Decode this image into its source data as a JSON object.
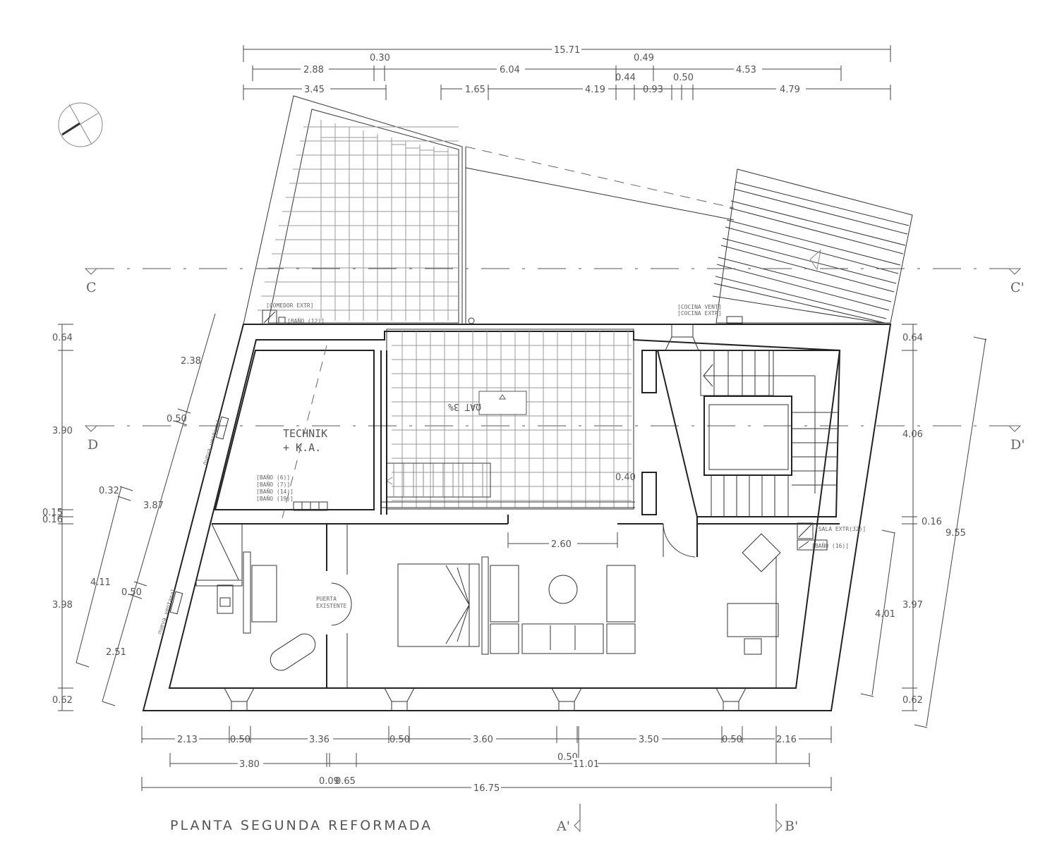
{
  "drawing": {
    "title": "PLANTA SEGUNDA REFORMADA",
    "type": "architectural floor plan"
  },
  "rooms": {
    "technik": {
      "line1": "TECHNIK",
      "line2": "+  K.A."
    },
    "terrace_label": "ΩAT 3%",
    "door_label": {
      "line1": "PUERTA",
      "line2": "EXISTENTE"
    },
    "window_left_upper": "nueva ventanal",
    "window_left_lower": "nueva ventanal"
  },
  "tags": {
    "comedor": "[COMEDOR EXTR]",
    "bano_12": "[BAÑO (12)]",
    "cocina_vent": "[COCINA VENT]",
    "cocina_extr": "[COCINA EXTR]",
    "bano_6": "[BAÑO (6)]",
    "bano_7": "[BAÑO (7)]",
    "bano_14": "[BAÑO (14)]",
    "bano_19": "[BAÑO (19)]",
    "sala_extr": "[SALA EXTR(32)]",
    "bano_16": "[BAÑO (16)]"
  },
  "sections": {
    "c_left": "C",
    "c_right": "C'",
    "d_left": "D",
    "d_right": "D'",
    "a_prime": "A'",
    "b_prime": "B'"
  },
  "dimensions": {
    "top": {
      "overall": "15.71",
      "row2": [
        "2.88",
        "0.30",
        "6.04",
        "0.49",
        "4.53"
      ],
      "row3": [
        "3.45",
        "1.65",
        "4.19",
        "0.44",
        "0.93",
        "0.50",
        "4.79"
      ]
    },
    "left": {
      "vertical": [
        "0.64",
        "3.90",
        "0.15",
        "0.16",
        "3.98",
        "0.62"
      ],
      "oblique_outer": [
        "0.32",
        "4.11"
      ],
      "oblique_inner": [
        "2.38",
        "0.50",
        "3.87",
        "0.50",
        "2.51"
      ]
    },
    "right": {
      "vertical": [
        "0.64",
        "4.06",
        "0.16",
        "3.97",
        "0.62"
      ],
      "oblique": [
        "4.01",
        "9.55"
      ],
      "inner": "0.40"
    },
    "interior": {
      "living_width": "2.60"
    },
    "bottom": {
      "row1": [
        "2.13",
        "0.50",
        "3.36",
        "0.50",
        "3.60",
        "3.50",
        "0.50",
        "2.16"
      ],
      "row2": [
        "3.80",
        "0.50",
        "11.01"
      ],
      "row3": [
        "0.09",
        "0.65",
        "16.75"
      ]
    }
  }
}
